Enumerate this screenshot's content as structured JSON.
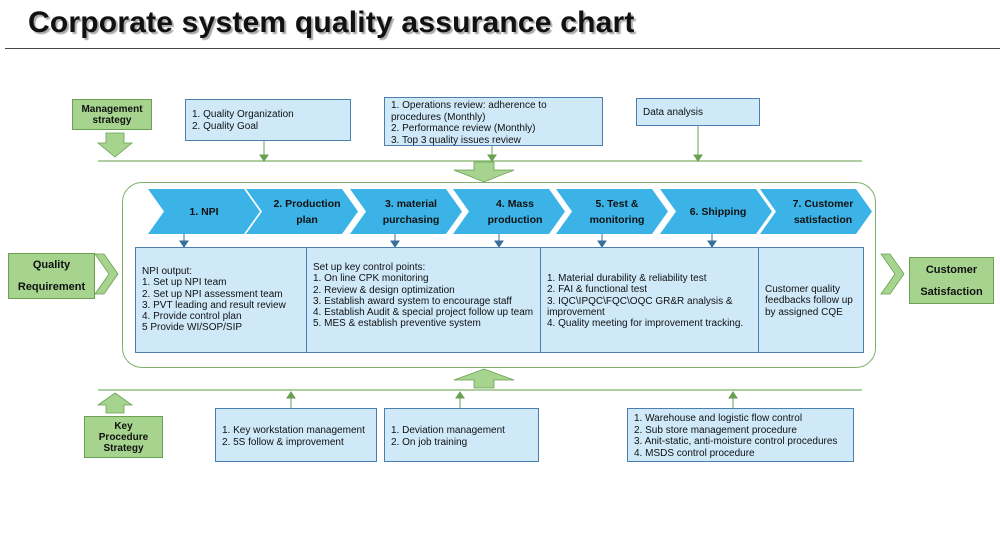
{
  "title": "Corporate system quality assurance chart",
  "management_strategy": [
    "Management",
    "strategy"
  ],
  "top_boxes": {
    "quality_org": [
      "1. Quality Organization",
      "2. Quality Goal"
    ],
    "operations": [
      "1. Operations review: adherence  to procedures (Monthly)",
      "2. Performance review (Monthly)",
      "3. Top 3 quality issues review"
    ],
    "data_analysis": [
      "Data analysis"
    ]
  },
  "quality_requirement": [
    "Quality",
    "Requirement"
  ],
  "customer_satisfaction": [
    "Customer",
    "Satisfaction"
  ],
  "steps": [
    [
      "1. NPI"
    ],
    [
      "2. Production",
      "plan"
    ],
    [
      "3. material",
      "purchasing"
    ],
    [
      "4. Mass",
      "production"
    ],
    [
      "5. Test &",
      "monitoring"
    ],
    [
      "6. Shipping"
    ],
    [
      "7. Customer",
      "satisfaction"
    ]
  ],
  "cells": {
    "npi": [
      "NPI output:",
      "1. Set up NPI team",
      "2. Set up NPI assessment team",
      "3. PVT leading and result review",
      "4. Provide control  plan",
      "5 Provide WI/SOP/SIP"
    ],
    "control": [
      "Set up key control points:",
      "1. On line CPK monitoring",
      "2. Review & design optimization",
      "3. Establish award system to encourage staff",
      "4. Establish Audit  & special project follow up team",
      "5. MES & establish preventive system"
    ],
    "test": [
      "1. Material durability & reliability test",
      "2. FAI & functional test",
      "3. IQC\\IPQC\\FQC\\OQC GR&R analysis & improvement",
      "4. Quality meeting for improvement tracking."
    ],
    "customer": [
      "Customer quality feedbacks follow up by assigned CQE"
    ]
  },
  "key_procedure_strategy": [
    "Key",
    "Procedure",
    "Strategy"
  ],
  "bottom_boxes": {
    "workstation": [
      "1. Key workstation management",
      "2. 5S follow & improvement"
    ],
    "deviation": [
      "1. Deviation management",
      "2. On job training"
    ],
    "warehouse": [
      "1. Warehouse and logistic flow control",
      "2. Sub store management procedure",
      "3. Anit-static, anti-moisture control procedures",
      "4. MSDS control procedure"
    ]
  },
  "colors": {
    "chevron": "#3bb3e6",
    "light_blue": "#cfe9f9",
    "green": "#a6d48f",
    "green_line": "#7fb069",
    "border_blue": "#4a7fb0"
  }
}
